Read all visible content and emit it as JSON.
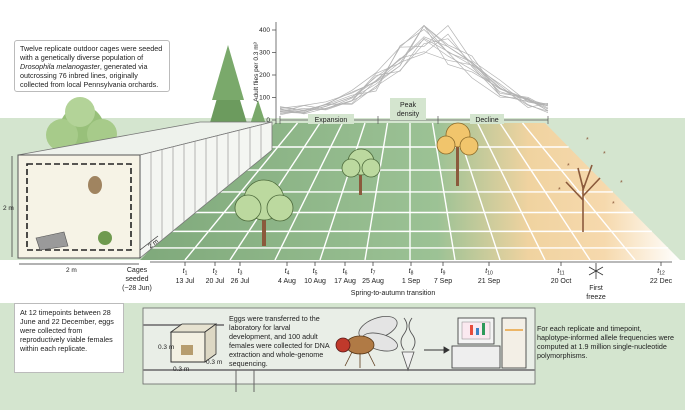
{
  "top_callout": "Twelve replicate outdoor cages were seeded with a genetically diverse population of Drosophila melanogaster, generated via outcrossing 76 inbred lines, originally collected from local Pennsylvania orchards.",
  "cage_dims": {
    "height": "2 m",
    "width": "2 m",
    "depth": "2 m"
  },
  "cages_seeded": {
    "line1": "Cages",
    "line2": "seeded",
    "line3": "(~28 Jun)"
  },
  "phases": {
    "expansion": "Expansion",
    "peak_line1": "Peak",
    "peak_line2": "density",
    "decline": "Decline"
  },
  "y_axis": {
    "label": "Adult flies per 0.3 m³",
    "ticks": [
      "0",
      "100",
      "200",
      "300",
      "400"
    ]
  },
  "timepoints": [
    {
      "t": "t1",
      "date": "13 Jul"
    },
    {
      "t": "t2",
      "date": "20 Jul"
    },
    {
      "t": "t3",
      "date": "26 Jul"
    },
    {
      "t": "t4",
      "date": "4 Aug"
    },
    {
      "t": "t5",
      "date": "10 Aug"
    },
    {
      "t": "t6",
      "date": "17 Aug"
    },
    {
      "t": "t7",
      "date": "25 Aug"
    },
    {
      "t": "t8",
      "date": "1 Sep"
    },
    {
      "t": "t9",
      "date": "7 Sep"
    },
    {
      "t": "t10",
      "date": "21 Sep"
    },
    {
      "t": "t11",
      "date": "20 Oct"
    },
    {
      "t": "t12",
      "date": "22 Dec"
    }
  ],
  "first_freeze": {
    "line1": "First",
    "line2": "freeze"
  },
  "transition_label": "Spring-to-autumn transition",
  "bottom_left_callout": "At 12 timepoints between 28 June and 22 December, eggs were collected from reproductively viable females within each replicate.",
  "lab_callout": "Eggs were transferred to the laboratory for larval development, and 100 adult females were collected for DNA extraction and whole-genome sequencing.",
  "right_callout": "For each replicate and timepoint, haplotype-informed allele frequencies were computed at 1.9 million single-nucleotide polymorphisms.",
  "box_dims": {
    "side1": "0.3 m",
    "side2": "0.3 m",
    "side3": "0.3 m"
  },
  "colors": {
    "sky": "#cfe0cc",
    "grass": "#8fb58b",
    "grass_dark": "#6f9a6c",
    "autumn": "#f2c488",
    "tree": "#b6d59a",
    "trunk": "#8b5a3c",
    "line": "#9c9c9c"
  },
  "icons": [
    "cage-icon",
    "tree-icon",
    "snowflake-icon",
    "fly-icon",
    "sequencer-icon",
    "microscope-box-icon"
  ]
}
